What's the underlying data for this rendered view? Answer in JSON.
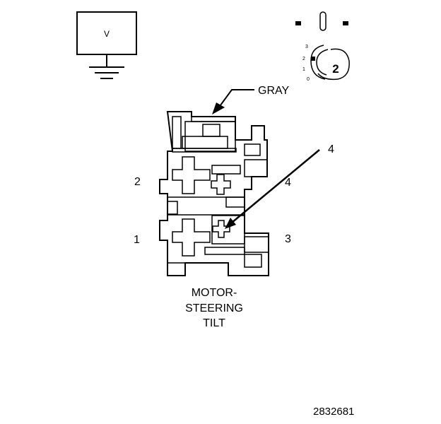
{
  "meter": {
    "display_label": "V"
  },
  "switch": {
    "position_numbers": [
      "3",
      "2",
      "1",
      "0"
    ],
    "selected_position": "2"
  },
  "connector": {
    "wire_color_label": "GRAY",
    "pin_labels": {
      "pin_2": "2",
      "pin_4_side": "4",
      "pin_1": "1",
      "pin_3": "3",
      "callout_4": "4"
    },
    "title_lines": [
      "MOTOR-",
      "STEERING",
      "TILT"
    ]
  },
  "figure_number": "2832681"
}
